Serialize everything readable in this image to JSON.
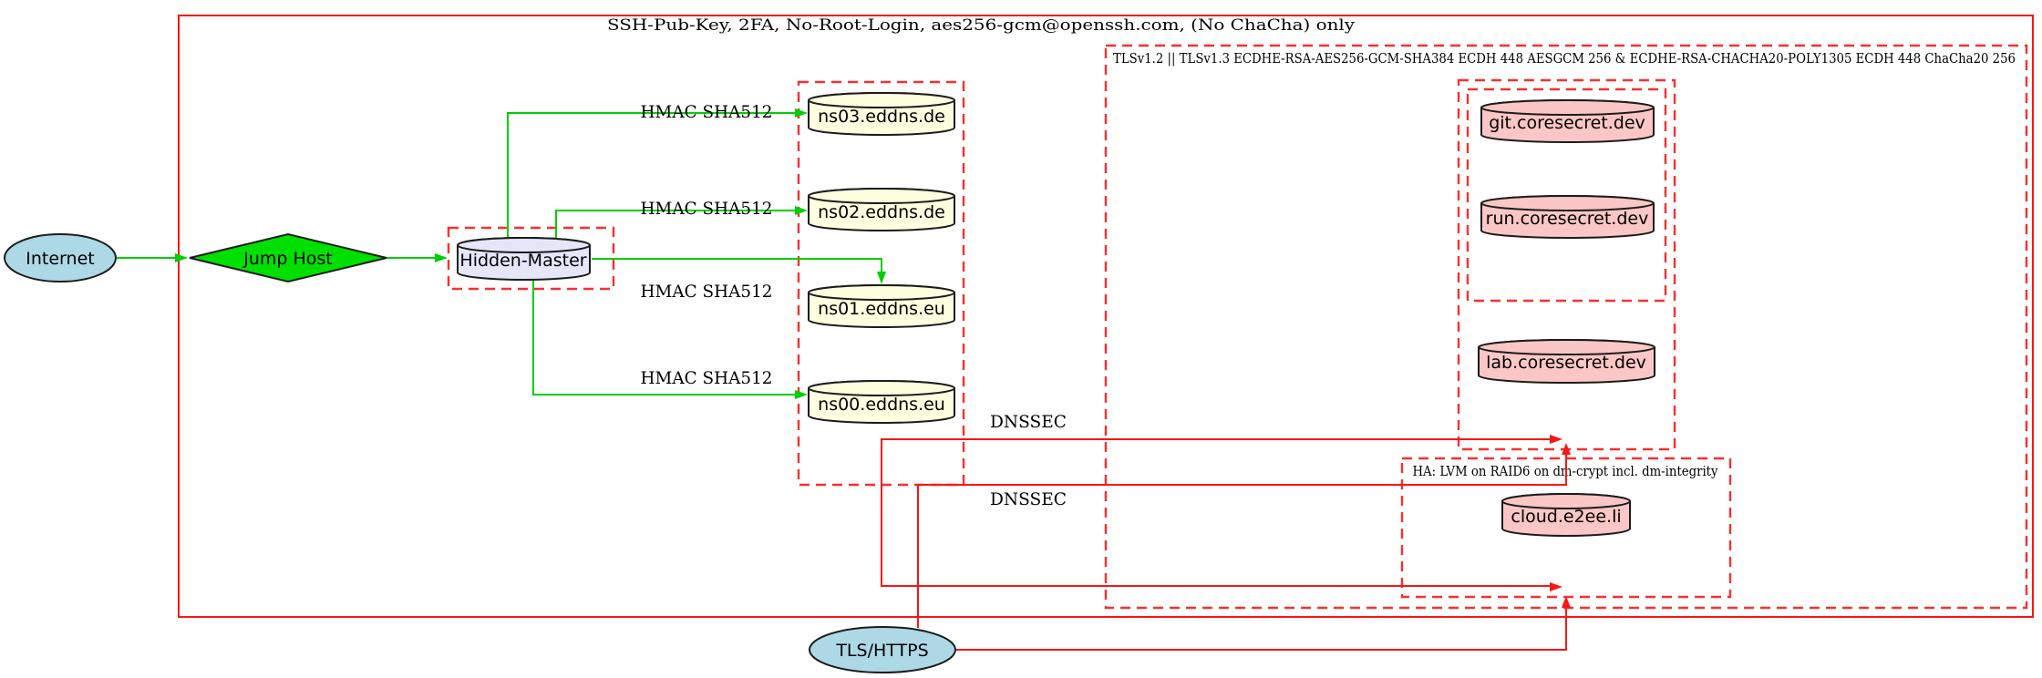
{
  "clusters": {
    "ssh_label": "SSH-Pub-Key, 2FA, No-Root-Login, aes256-gcm@openssh.com, (No ChaCha) only",
    "tls_label": "TLSv1.2 || TLSv1.3 ECDHE-RSA-AES256-GCM-SHA384 ECDH 448 AESGCM 256 & ECDHE-RSA-CHACHA20-POLY1305 ECDH 448 ChaCha20 256",
    "ha_label": "HA: LVM on RAID6 on dm-crypt incl. dm-integrity"
  },
  "nodes": {
    "internet": "Internet",
    "jump_host": "Jump Host",
    "hidden_master": "Hidden-Master",
    "ns03": "ns03.eddns.de",
    "ns02": "ns02.eddns.de",
    "ns01": "ns01.eddns.eu",
    "ns00": "ns00.eddns.eu",
    "git": "git.coresecret.dev",
    "run": "run.coresecret.dev",
    "lab": "lab.coresecret.dev",
    "cloud": "cloud.e2ee.li",
    "tls_https": "TLS/HTTPS"
  },
  "edge_labels": {
    "hmac": "HMAC SHA512",
    "dnssec": "DNSSEC"
  },
  "edges": [
    {
      "from": "Internet",
      "to": "Jump Host",
      "color": "green"
    },
    {
      "from": "Jump Host",
      "to": "Hidden-Master",
      "color": "green"
    },
    {
      "from": "Hidden-Master",
      "to": "ns03.eddns.de",
      "label": "HMAC SHA512",
      "color": "green"
    },
    {
      "from": "Hidden-Master",
      "to": "ns02.eddns.de",
      "label": "HMAC SHA512",
      "color": "green"
    },
    {
      "from": "Hidden-Master",
      "to": "ns01.eddns.eu",
      "label": "HMAC SHA512",
      "color": "green"
    },
    {
      "from": "Hidden-Master",
      "to": "ns00.eddns.eu",
      "label": "HMAC SHA512",
      "color": "green"
    },
    {
      "from": "nameserver cluster",
      "to": "coresecret cluster",
      "label": "DNSSEC",
      "color": "red"
    },
    {
      "from": "nameserver cluster",
      "to": "HA cluster",
      "label": "DNSSEC",
      "color": "red"
    },
    {
      "from": "TLS/HTTPS",
      "to": "coresecret cluster",
      "color": "red"
    },
    {
      "from": "TLS/HTTPS",
      "to": "HA cluster",
      "color": "red"
    }
  ],
  "colors": {
    "cluster_red": "#f81616",
    "edge_green": "#00cf00",
    "node_lightblue": "#add8e6",
    "node_green": "#00e000",
    "node_lavender": "#e6e6fa",
    "node_lightyellow": "#ffffe0",
    "node_pink": "#fbc6c6"
  }
}
